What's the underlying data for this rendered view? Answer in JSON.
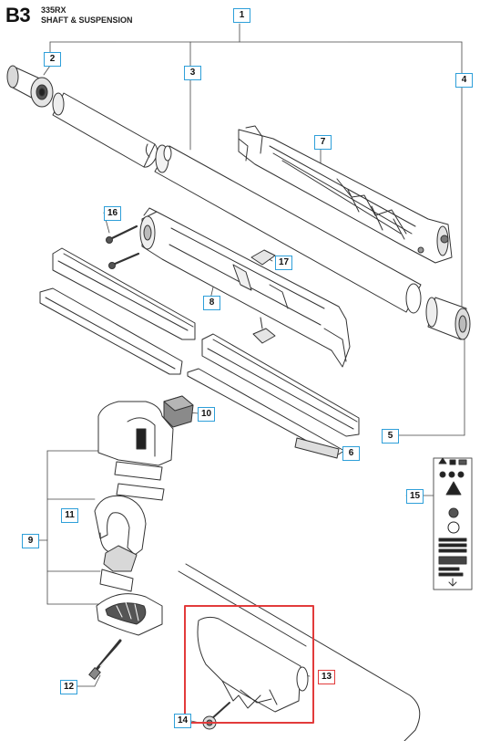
{
  "header": {
    "section_code": "B3",
    "model": "335RX",
    "section_title": "SHAFT & SUSPENSION"
  },
  "callouts": [
    {
      "id": "1",
      "label": "1"
    },
    {
      "id": "2",
      "label": "2"
    },
    {
      "id": "3",
      "label": "3"
    },
    {
      "id": "4",
      "label": "4"
    },
    {
      "id": "5",
      "label": "5"
    },
    {
      "id": "6",
      "label": "6"
    },
    {
      "id": "7",
      "label": "7"
    },
    {
      "id": "8",
      "label": "8"
    },
    {
      "id": "9",
      "label": "9"
    },
    {
      "id": "10",
      "label": "10"
    },
    {
      "id": "11",
      "label": "11"
    },
    {
      "id": "12",
      "label": "12"
    },
    {
      "id": "13",
      "label": "13"
    },
    {
      "id": "14",
      "label": "14"
    },
    {
      "id": "15",
      "label": "15"
    },
    {
      "id": "16",
      "label": "16"
    },
    {
      "id": "17",
      "label": "17"
    }
  ],
  "colors": {
    "callout_border": "#2e9fd9",
    "highlight_border": "#e23b3b",
    "line": "#333333"
  }
}
